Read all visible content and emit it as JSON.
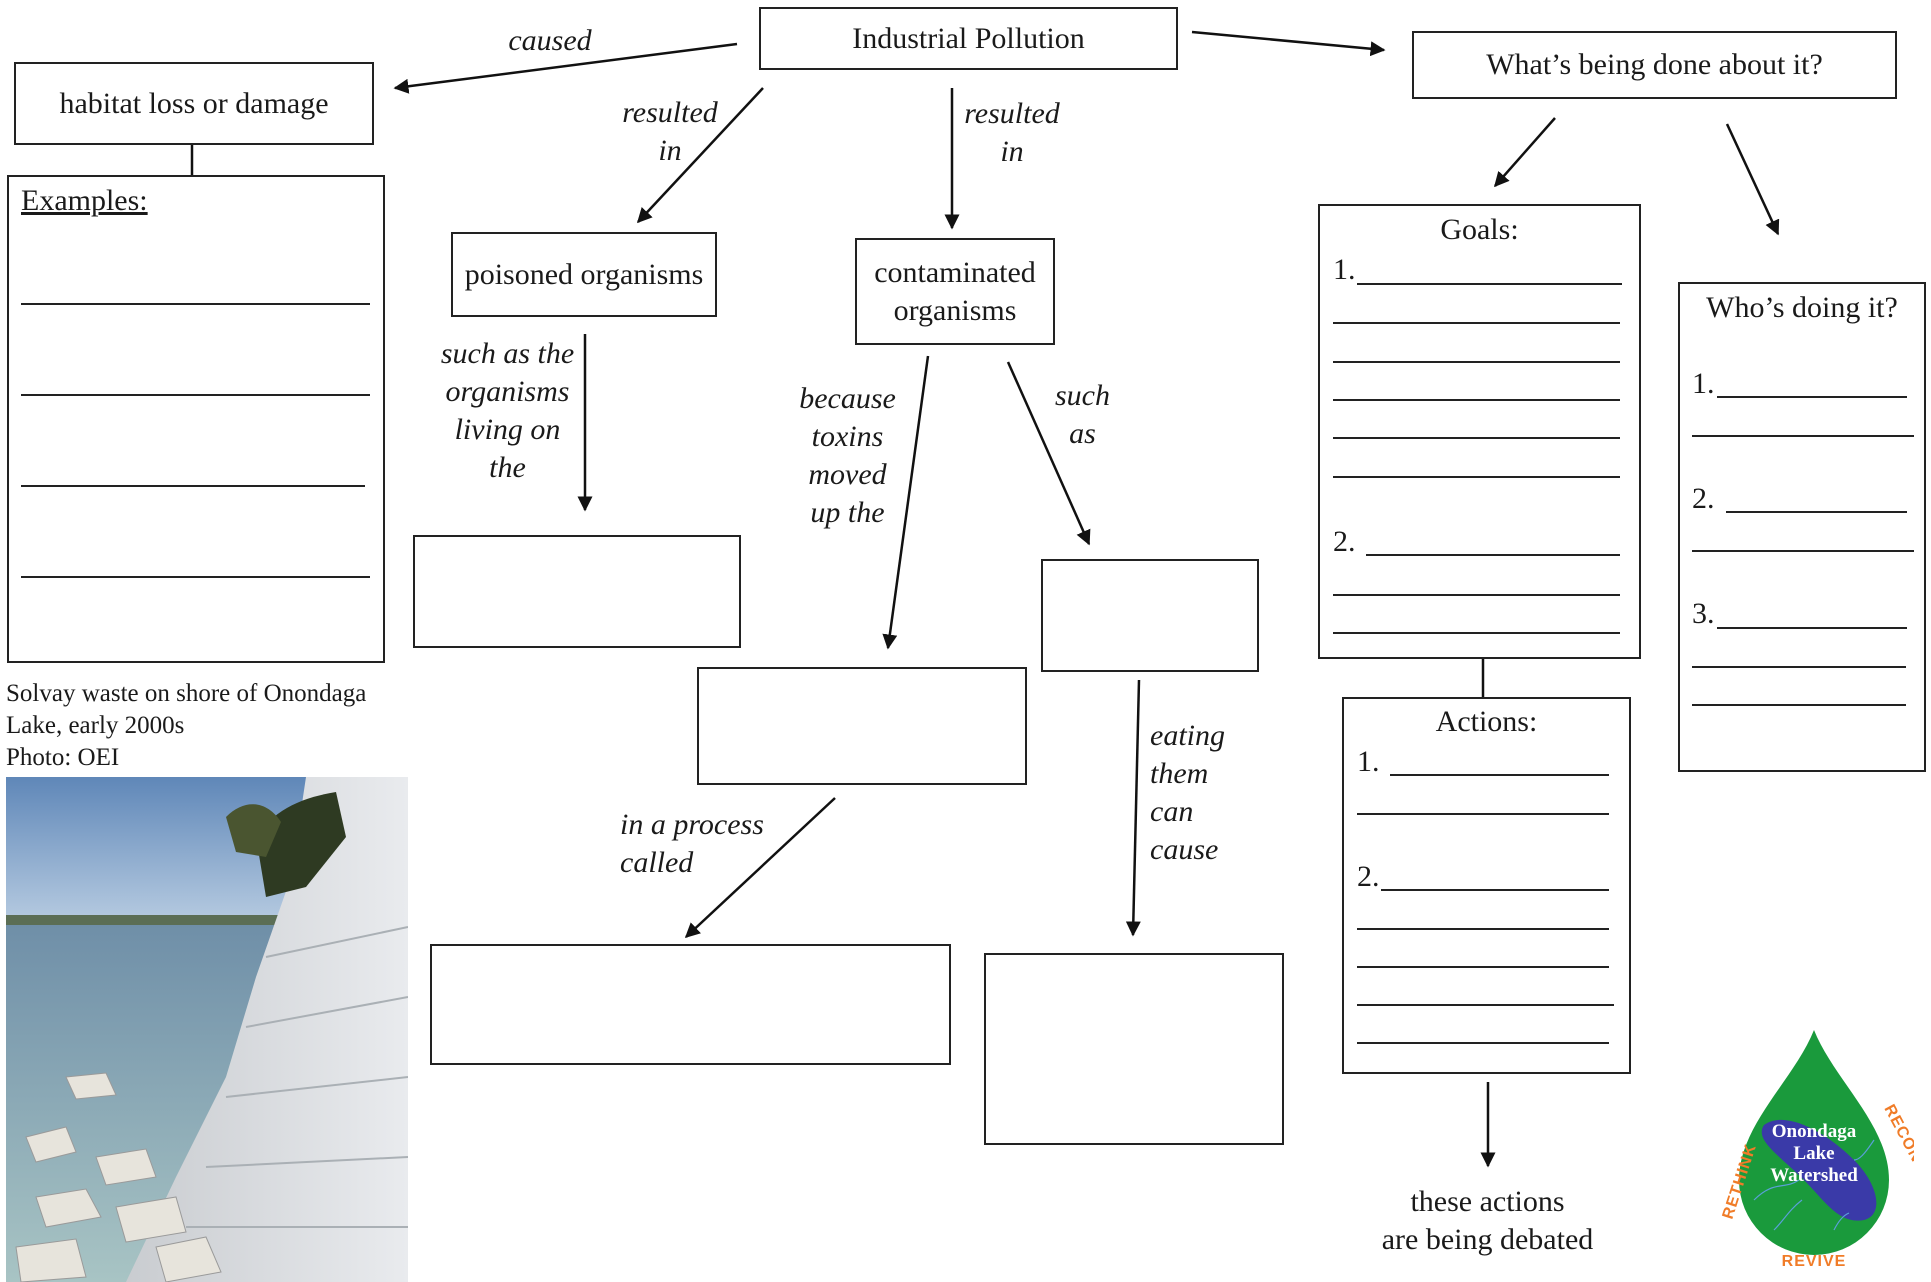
{
  "nodes": {
    "industrial_pollution": "Industrial Pollution",
    "habitat_loss": "habitat loss or damage",
    "examples_heading": "Examples:",
    "poisoned_organisms": "poisoned organisms",
    "contaminated_organisms_line1": "contaminated",
    "contaminated_organisms_line2": "organisms",
    "whats_being_done": "What’s being done about it?",
    "goals_heading": "Goals:",
    "goals_num1": "1.",
    "goals_num2": "2.",
    "whos_doing_heading": "Who’s doing it?",
    "whos_num1": "1.",
    "whos_num2": "2.",
    "whos_num3": "3.",
    "actions_heading": "Actions:",
    "actions_num1": "1.",
    "actions_num2": "2.",
    "debated_line1": "these actions",
    "debated_line2": "are being debated"
  },
  "edge_labels": {
    "caused": "caused",
    "resulted_in_1": "resulted\nin",
    "resulted_in_2": "resulted\nin",
    "such_as_the_organisms": "such as the\norganisms\nliving on\nthe",
    "because_toxins": "because\ntoxins\nmoved\nup the",
    "such_as": "such\nas",
    "in_a_process_called": "in a process\ncalled",
    "eating_them_can_cause": "eating\nthem\ncan\ncause"
  },
  "photo": {
    "caption_line1": "Solvay waste on shore of Onondaga",
    "caption_line2": "Lake, early 2000s",
    "caption_line3": "Photo: OEI"
  },
  "logo": {
    "line1": "Onondaga",
    "line2": "Lake",
    "line3": "Watershed",
    "ring_left": "RETHINK",
    "ring_right": "RECONNECT",
    "ring_bottom": "REVIVE",
    "colors": {
      "drop": "#1a9a3c",
      "lake": "#3a3aa8",
      "ring": "#f07c28"
    }
  }
}
